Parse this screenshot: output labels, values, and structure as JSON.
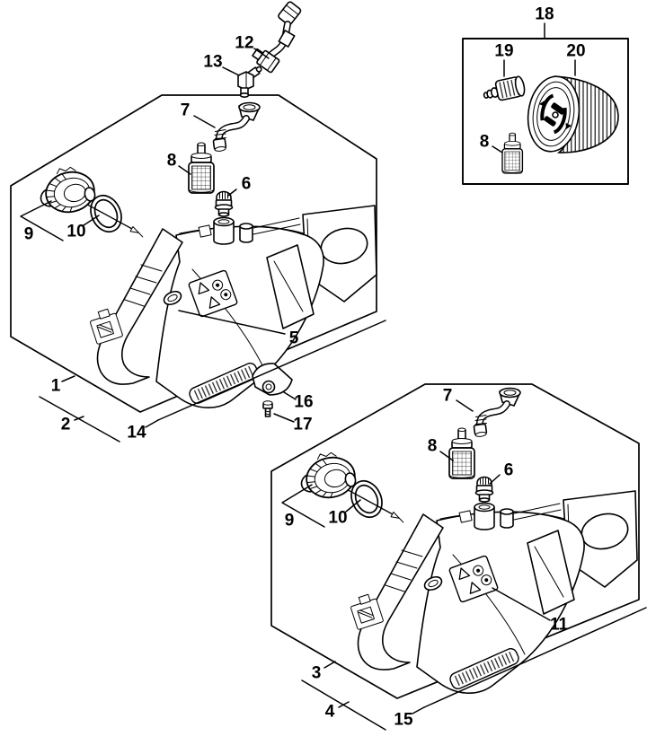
{
  "diagram": {
    "kind": "exploded-parts-diagram",
    "background": "#ffffff",
    "ink": "#000000",
    "panels": {
      "panel1": "fuel tank housing assembly - upper left view",
      "panel2": "fuel tank housing assembly - lower right view",
      "inset": "detail box with cap and pickup parts"
    },
    "callouts": {
      "inset_box": "18",
      "inset_valve": "19",
      "inset_cap": "20",
      "inset_filter": "8",
      "hose": "12",
      "elbow": "13",
      "p1_vent": "7",
      "p1_filter": "8",
      "p1_grommet": "6",
      "p1_cap": "9",
      "p1_oring": "10",
      "p1_tank": "5",
      "p1_bracket1": "1",
      "p1_bracket2": "2",
      "p1_bracket3": "14",
      "plate": "16",
      "screw": "17",
      "p2_vent": "7",
      "p2_filter": "8",
      "p2_grommet": "6",
      "p2_cap": "9",
      "p2_oring": "10",
      "p2_tank": "11",
      "p2_bracket1": "3",
      "p2_bracket2": "4",
      "p2_bracket3": "15"
    }
  }
}
